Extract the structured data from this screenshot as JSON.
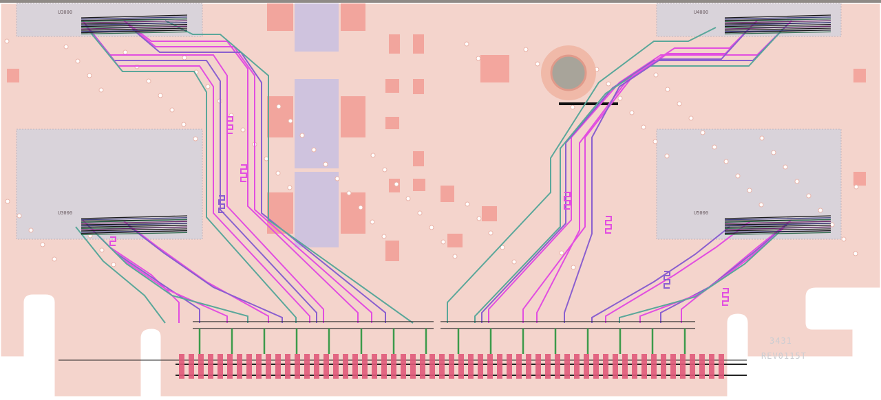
{
  "chips": [
    {
      "label": "U3000"
    },
    {
      "label": "U4000"
    },
    {
      "label": "U3000"
    },
    {
      "label": "U5000"
    }
  ],
  "silkscreen": {
    "line1": "3431",
    "line2": "REV0115T"
  },
  "colors": {
    "board_fill": "#f4d4cc",
    "pad_red": "#f29a92",
    "plane_purple": "#c8c0e0",
    "package_gray": "#d9d3da",
    "trace_magenta": "#e24ee0",
    "trace_teal": "#5aa79a",
    "trace_purple": "#8a5fcf",
    "outline": "#ffffff",
    "mounting_hole_ring": "#f0b9a8",
    "mounting_hole_core": "#a8a49a"
  }
}
